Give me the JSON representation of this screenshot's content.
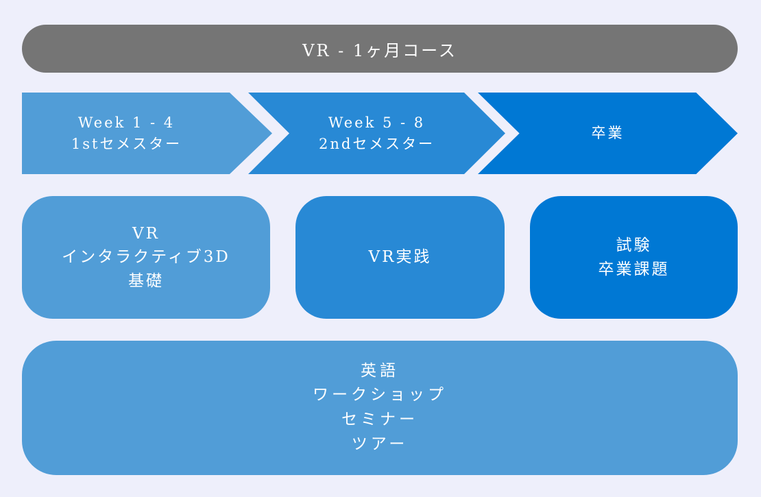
{
  "title": "VR - 1ヶ月コース",
  "phases": [
    {
      "line1": "Week 1 - 4",
      "line2": "1stセメスター"
    },
    {
      "line1": "Week 5 - 8",
      "line2": "2ndセメスター"
    },
    {
      "line1": "卒業"
    }
  ],
  "modules": [
    {
      "lines": [
        "VR",
        "インタラクティブ3D",
        "基礎"
      ]
    },
    {
      "lines": [
        "VR実践"
      ]
    },
    {
      "lines": [
        "試験",
        "卒業課題"
      ]
    }
  ],
  "extras": {
    "lines": [
      "英語",
      "ワークショップ",
      "セミナー",
      "ツアー"
    ]
  },
  "colors": {
    "background": "#eeeffb",
    "banner": "#757575",
    "light_blue": "#519dd7",
    "mid_blue": "#2889d5",
    "dark_blue": "#0078d4"
  }
}
